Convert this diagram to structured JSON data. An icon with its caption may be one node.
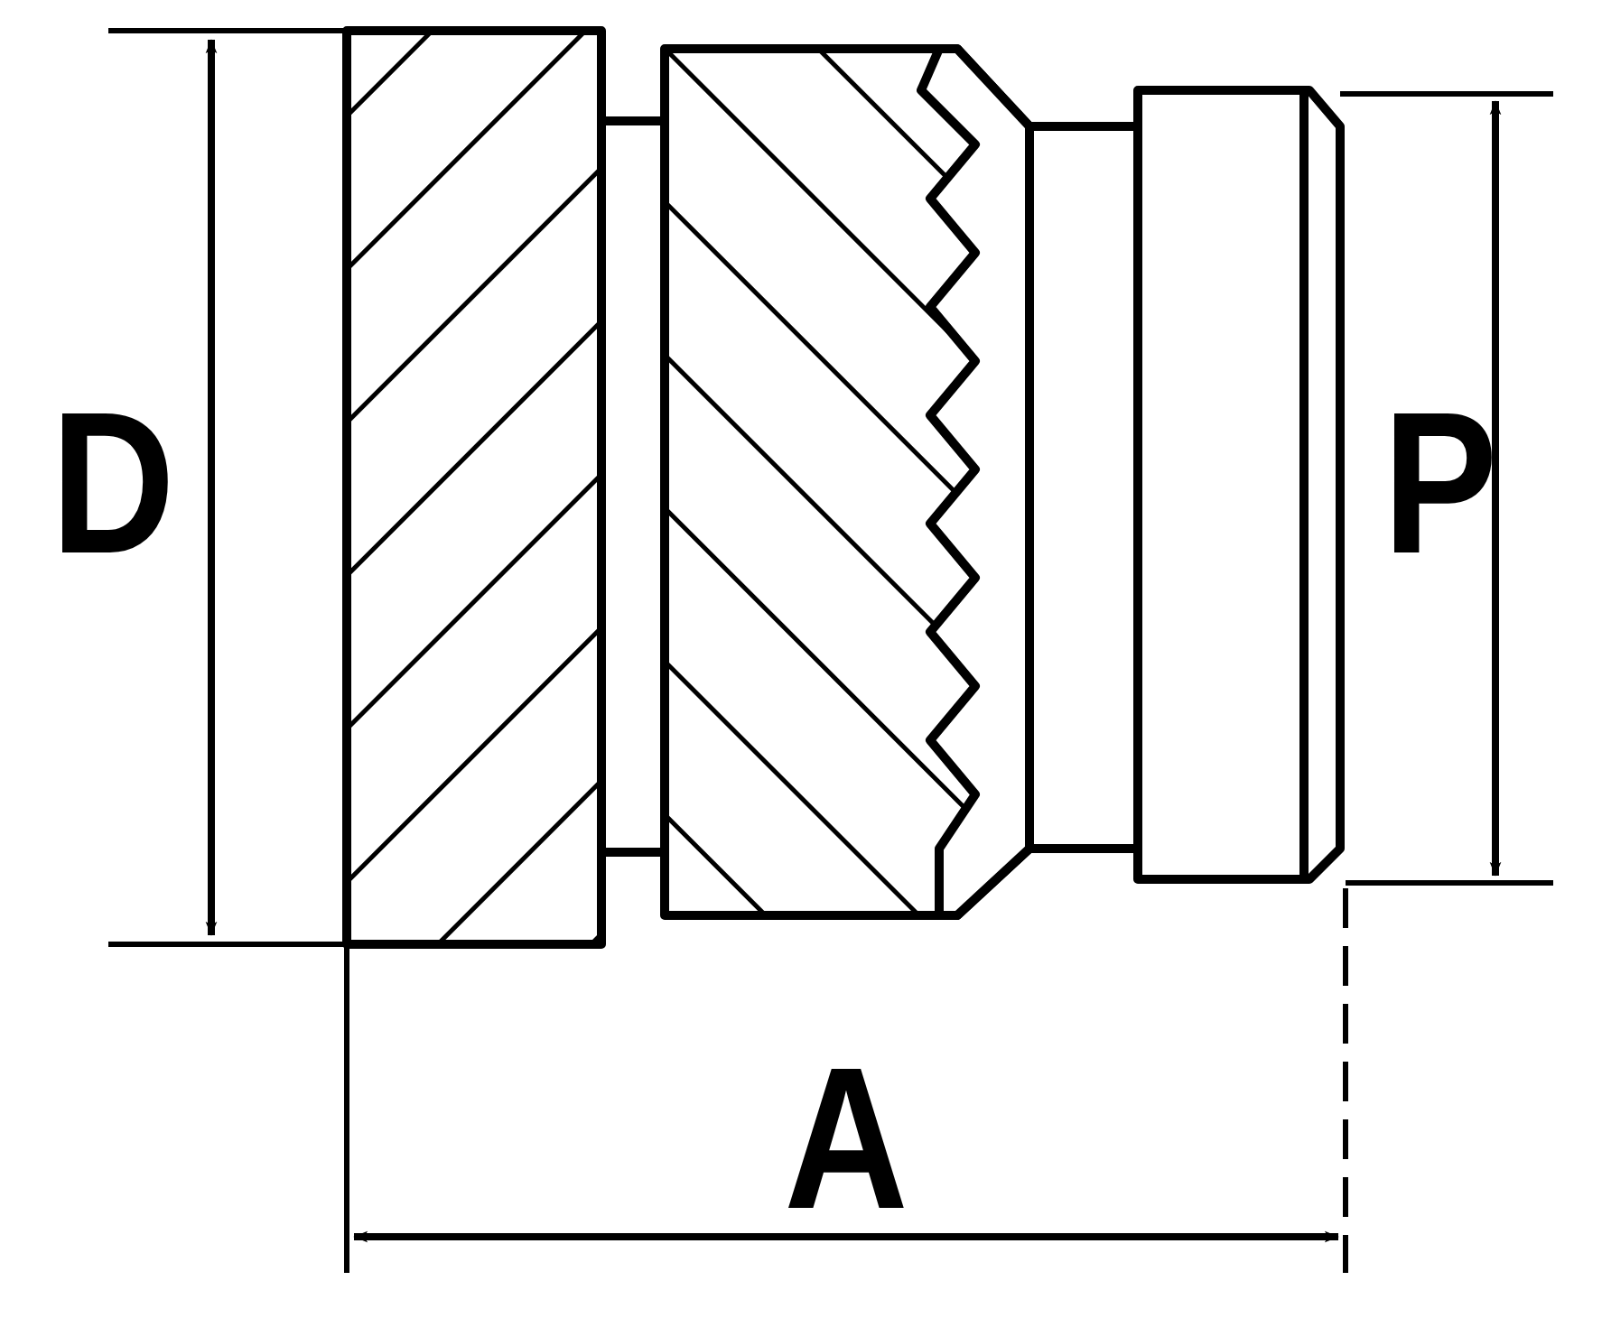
{
  "diagram": {
    "labels": [
      "D",
      "P",
      "A"
    ]
  }
}
